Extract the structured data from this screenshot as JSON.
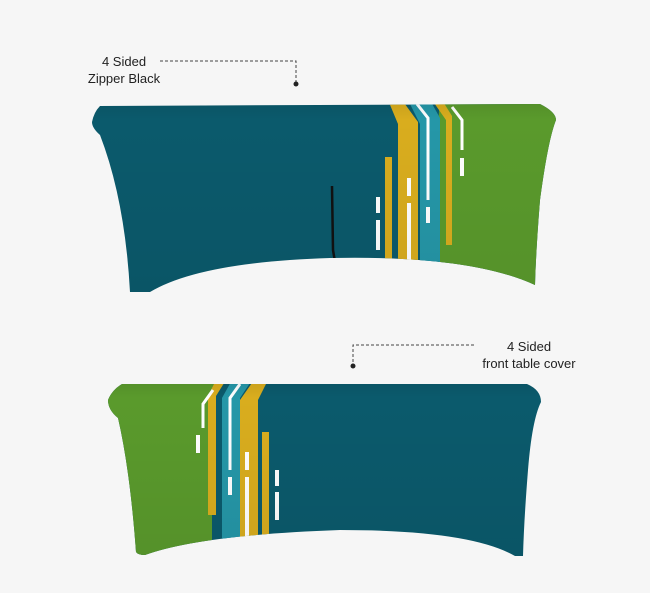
{
  "annotations": {
    "top": {
      "line1": "4 Sided",
      "line2": "Zipper Black"
    },
    "bottom": {
      "line1": "4 Sided",
      "line2": "front table cover"
    }
  },
  "colors": {
    "background": "#f6f6f6",
    "teal_dark": "#0b5a6c",
    "green": "#5a9a2c",
    "gold": "#d9ad1e",
    "teal_light": "#2597a8",
    "white_accent": "#ffffff",
    "zipper": "#111111"
  },
  "products": [
    {
      "name": "table-cover-zipper-back",
      "view": "back with black zipper"
    },
    {
      "name": "table-cover-front",
      "view": "front"
    }
  ]
}
